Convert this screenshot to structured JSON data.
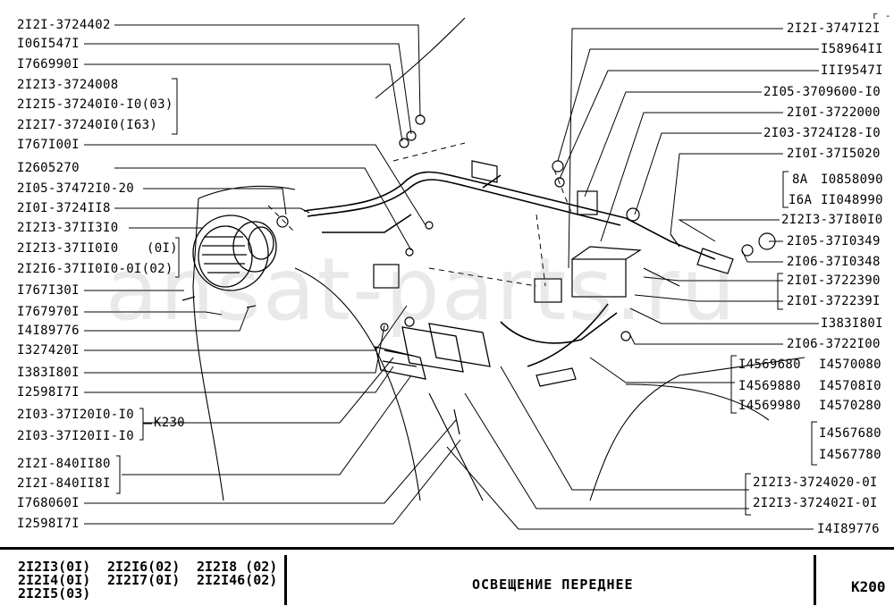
{
  "watermark": "ansat-parts.ru",
  "top_right_mark": "г -",
  "left_labels": [
    "2I2I-3724402",
    "I06I547I",
    "I766990I",
    "2I2I3-3724008",
    "2I2I5-37240I0-I0(03)",
    "2I2I7-37240I0(I63)",
    "I767I00I",
    "I2605270",
    "2I05-37472I0-20",
    "2I0I-3724II8",
    "2I2I3-37II3I0",
    "2I2I3-37II0I0",
    "2I2I6-37II0I0-0I(02)",
    "I767I30I",
    "I767970I",
    "I4I89776",
    "I327420I",
    "I383I80I",
    "I2598I7I",
    "2I03-37I20I0-I0",
    "2I03-37I20II-I0",
    "2I2I-840II80",
    "2I2I-840II8I",
    "I768060I",
    "I2598I7I"
  ],
  "left_annotations": {
    "oi": "(0I)",
    "k230": "K230"
  },
  "right_labels": [
    "2I2I-3747I2I",
    "I58964II",
    "III9547I",
    "2I05-3709600-I0",
    "2I0I-3722000",
    "2I03-3724I28-I0",
    "2I0I-37I5020",
    "2I2I3-37I80I0",
    "2I05-37I0349",
    "2I06-37I0348",
    "2I0I-3722390",
    "2I0I-372239I",
    "I383I80I",
    "2I06-3722I00",
    "2I2I3-3724020-0I",
    "2I2I3-372402I-0I",
    "I4I89776"
  ],
  "fuse_labels": {
    "a8": "8A",
    "a8_code": "I0858090",
    "a16": "I6A",
    "a16_code": "II048990"
  },
  "code_grid": [
    [
      "I4569680",
      "I4570080"
    ],
    [
      "I4569880",
      "I45708I0"
    ],
    [
      "I4569980",
      "I4570280"
    ]
  ],
  "code_pair": [
    "I4567680",
    "I4567780"
  ],
  "footer": {
    "col1": [
      "2I2I3(0I)",
      "2I2I4(0I)",
      "2I2I5(03)"
    ],
    "col2": [
      "2I2I6(02)",
      "2I2I7(0I)"
    ],
    "col3": [
      "2I2I8 (02)",
      "2I2I46(02)"
    ],
    "title": "ОСВЕЩЕНИЕ  ПЕРЕДНЕЕ",
    "page": "K200"
  }
}
